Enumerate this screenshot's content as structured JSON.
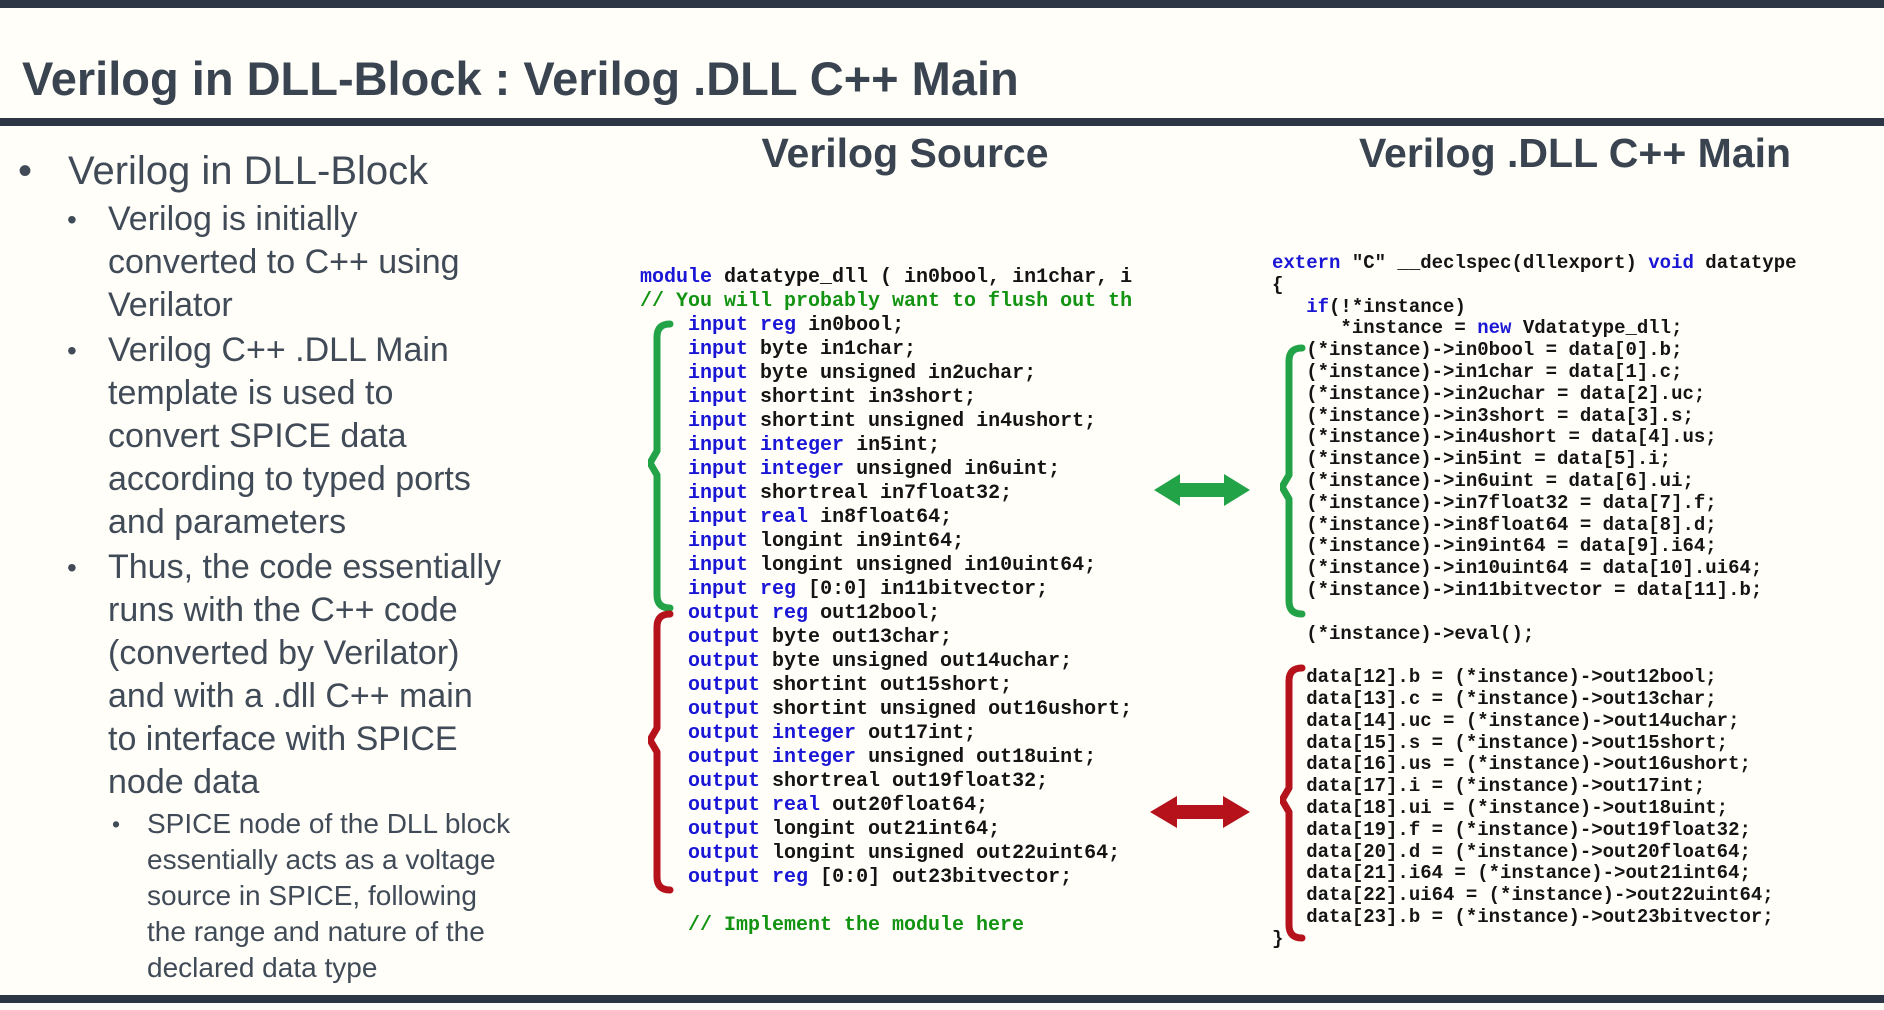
{
  "title": "Verilog in DLL-Block : Verilog .DLL C++ Main",
  "colors": {
    "accent_bar": "#2c3645",
    "title_text": "#3a4450",
    "body_text": "#414b58",
    "keyword_blue": "#1a16d6",
    "comment_green": "#129312",
    "brace_arrow_green": "#23a347",
    "brace_arrow_red": "#b5121b",
    "code_text": "#141414",
    "background": "#fffef9"
  },
  "bullets": {
    "l1": "Verilog in DLL-Block",
    "l2a": "Verilog is initially\nconverted to C++ using\nVerilator",
    "l2b": "Verilog C++ .DLL Main\ntemplate is used to\nconvert SPICE data\naccording to typed ports\nand parameters",
    "l2c": "Thus, the code essentially\nruns with the C++ code\n(converted by Verilator)\nand with a .dll C++ main\nto interface with SPICE\nnode data",
    "l3": "SPICE node of the DLL block\nessentially acts as a voltage\nsource in SPICE, following\nthe range and nature of the\ndeclared data type"
  },
  "columns": {
    "verilog": {
      "heading": "Verilog Source",
      "lines": [
        "module datatype_dll ( in0bool, in1char, i",
        "// You will probably want to flush out th",
        "    input reg in0bool;",
        "    input byte in1char;",
        "    input byte unsigned in2uchar;",
        "    input shortint in3short;",
        "    input shortint unsigned in4ushort;",
        "    input integer in5int;",
        "    input integer unsigned in6uint;",
        "    input shortreal in7float32;",
        "    input real in8float64;",
        "    input longint in9int64;",
        "    input longint unsigned in10uint64;",
        "    input reg [0:0] in11bitvector;",
        "    output reg out12bool;",
        "    output byte out13char;",
        "    output byte unsigned out14uchar;",
        "    output shortint out15short;",
        "    output shortint unsigned out16ushort;",
        "    output integer out17int;",
        "    output integer unsigned out18uint;",
        "    output shortreal out19float32;",
        "    output real out20float64;",
        "    output longint out21int64;",
        "    output longint unsigned out22uint64;",
        "    output reg [0:0] out23bitvector;",
        "",
        "    // Implement the module here"
      ]
    },
    "cpp": {
      "heading": "Verilog .DLL C++ Main",
      "lines": [
        "extern \"C\" __declspec(dllexport) void datatype",
        "{",
        "   if(!*instance)",
        "      *instance = new Vdatatype_dll;",
        "   (*instance)->in0bool = data[0].b;",
        "   (*instance)->in1char = data[1].c;",
        "   (*instance)->in2uchar = data[2].uc;",
        "   (*instance)->in3short = data[3].s;",
        "   (*instance)->in4ushort = data[4].us;",
        "   (*instance)->in5int = data[5].i;",
        "   (*instance)->in6uint = data[6].ui;",
        "   (*instance)->in7float32 = data[7].f;",
        "   (*instance)->in8float64 = data[8].d;",
        "   (*instance)->in9int64 = data[9].i64;",
        "   (*instance)->in10uint64 = data[10].ui64;",
        "   (*instance)->in11bitvector = data[11].b;",
        "",
        "   (*instance)->eval();",
        "",
        "   data[12].b = (*instance)->out12bool;",
        "   data[13].c = (*instance)->out13char;",
        "   data[14].uc = (*instance)->out14uchar;",
        "   data[15].s = (*instance)->out15short;",
        "   data[16].us = (*instance)->out16ushort;",
        "   data[17].i = (*instance)->out17int;",
        "   data[18].ui = (*instance)->out18uint;",
        "   data[19].f = (*instance)->out19float32;",
        "   data[20].d = (*instance)->out20float64;",
        "   data[21].i64 = (*instance)->out21int64;",
        "   data[22].ui64 = (*instance)->out22uint64;",
        "   data[23].b = (*instance)->out23bitvector;",
        "}"
      ]
    }
  },
  "highlight": {
    "verilog_keywords": [
      "module",
      "input",
      "output",
      "reg",
      "integer",
      "real"
    ],
    "cpp_keywords": [
      "extern",
      "void",
      "if",
      "new"
    ]
  },
  "icons": {
    "green_arrow": "inputs-mapping-arrow",
    "red_arrow": "outputs-mapping-arrow"
  }
}
